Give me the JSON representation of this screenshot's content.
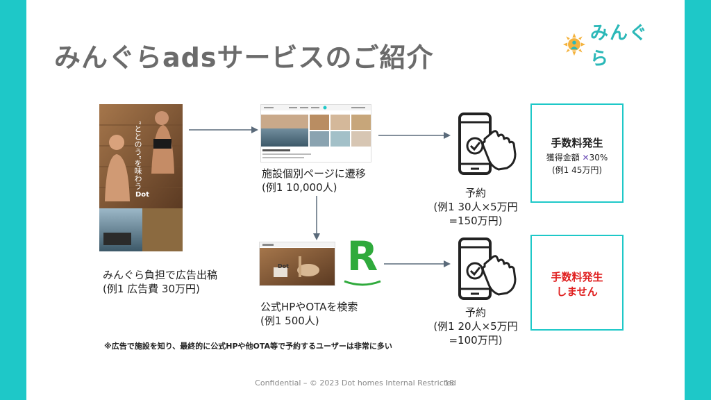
{
  "slide": {
    "title": "みんぐらadsサービスのご紹介",
    "logo_text": "みんぐら",
    "ad_caption": [
      "みんぐら負担で広告出稿",
      "(例1 広告費 30万円)"
    ],
    "ad_photo_texts": [
      "”ととのう”を味わう",
      "Dot"
    ],
    "facility_caption": [
      "施設個別ページに遷移",
      "(例1 10,000人)"
    ],
    "search_caption": [
      "公式HPやOTAを検索",
      "(例1 500人)"
    ],
    "rakuten_letter": "R",
    "booking1_caption": [
      "予約",
      "(例1 30人×5万円",
      "=150万円)"
    ],
    "booking2_caption": [
      "予約",
      "(例1 20人×5万円",
      "=100万円)"
    ],
    "fee_box": {
      "title": "手数料発生",
      "detail_prefix": "獲得金額",
      "detail_mark": "✕",
      "detail_suffix": "30%",
      "example": "(例1 45万円)"
    },
    "nofee_box": [
      "手数料発生",
      "しません"
    ],
    "note": "※広告で施設を知り、最終的に公式HPや他OTA等で予約するユーザーは非常に多い",
    "footer": "Confidential – © 2023 Dot homes Internal Restricted",
    "page_number": "18"
  },
  "colors": {
    "accent": "#1ec8c8",
    "title_gray": "#6b6b6b",
    "nofee_red": "#e02020",
    "rakuten_green": "#2faa3c",
    "cross_purple": "#6a4bb5"
  },
  "icons": [
    "logo-sun-icon",
    "smartphone-tap-icon",
    "arrow-right-icon",
    "arrow-down-icon",
    "rakuten-logo"
  ]
}
